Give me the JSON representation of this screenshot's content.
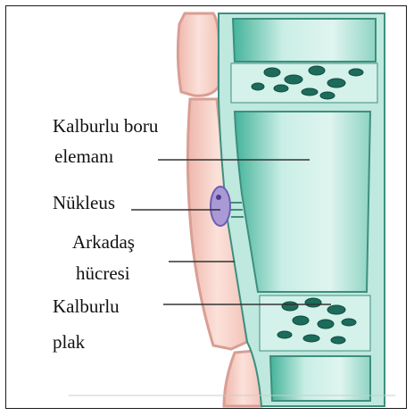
{
  "labels": {
    "sieve_tube_line1": "Kalburlu boru",
    "sieve_tube_line2": "elemanı",
    "nucleus": "Nükleus",
    "companion_line1": "Arkadaş",
    "companion_line2": "hücresi",
    "sieve_plate_line1": "Kalburlu",
    "sieve_plate_line2": "plak"
  },
  "colors": {
    "companion_cell": "#f5cec6",
    "companion_outline": "#d99e94",
    "tube_wall": "#b9e6dc",
    "tube_lumen": "#2f9e86",
    "tube_outline": "#3d8f7e",
    "plastid": "#1d6b5a",
    "nucleus": "#a99ad6",
    "nucleus_outline": "#6e5db3",
    "frame": "#1a1a1a"
  }
}
